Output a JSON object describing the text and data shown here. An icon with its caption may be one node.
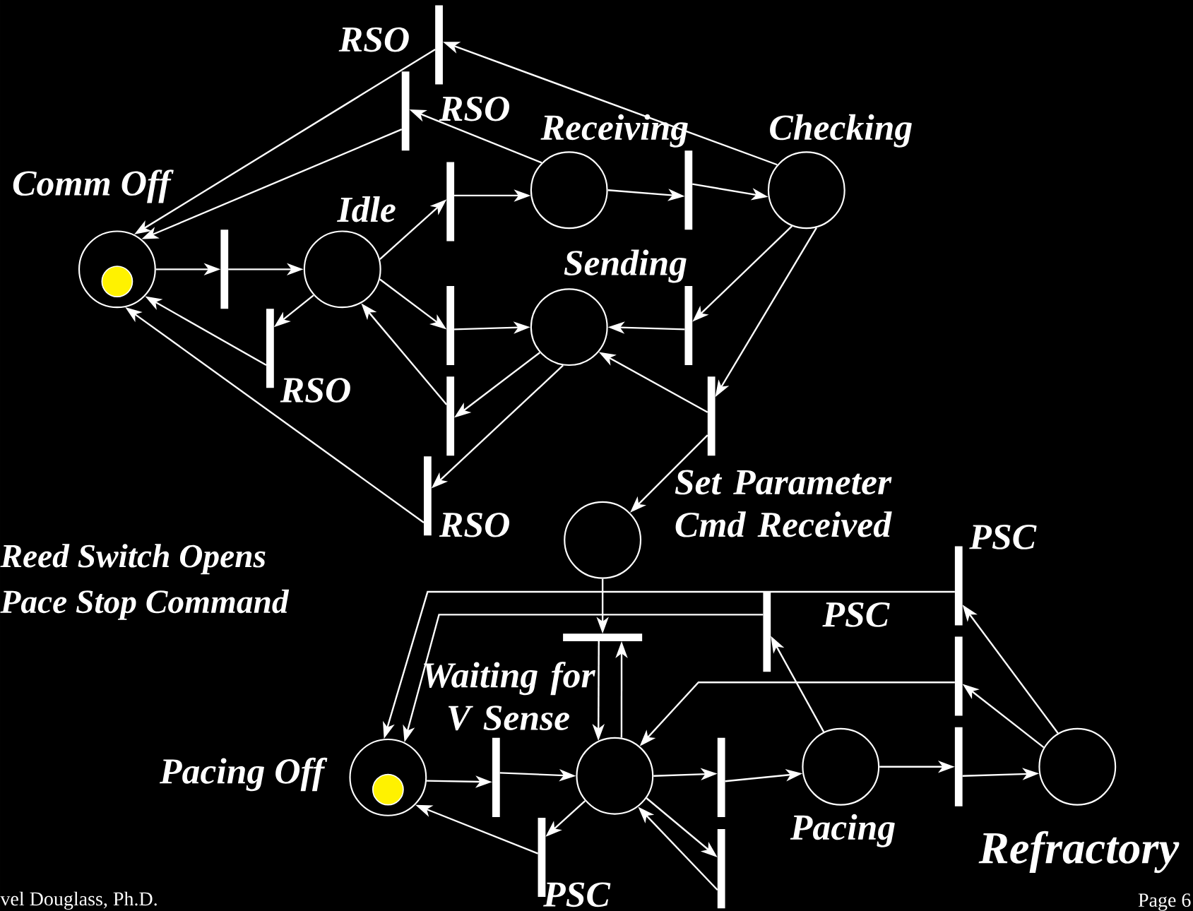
{
  "diagram": {
    "nodes": [
      {
        "text": [],
        "shape": "circle",
        "beside": [
          "Comm Off"
        ]
      },
      {
        "text": [],
        "shape": "circle",
        "beside": [
          "Idle"
        ]
      },
      {
        "text": [],
        "shape": "circle",
        "beside": [
          "Receiving"
        ]
      },
      {
        "text": [],
        "shape": "circle",
        "beside": [
          "Checking"
        ]
      },
      {
        "text": [],
        "shape": "circle",
        "beside": [
          "Sending"
        ]
      },
      {
        "text": [],
        "shape": "circle",
        "beside": [
          "Set Parameter Cmd Received"
        ]
      },
      {
        "text": [],
        "shape": "circle",
        "beside": [
          "Waiting for V Sense"
        ]
      },
      {
        "text": [],
        "shape": "circle",
        "beside": [
          "Pacing Off"
        ]
      },
      {
        "text": [],
        "shape": "circle",
        "beside": [
          "Pacing"
        ]
      },
      {
        "text": [],
        "shape": "circle",
        "beside": [
          "Refractory"
        ]
      },
      {
        "text": [],
        "shape": "circle",
        "in": 0
      },
      {
        "text": [],
        "shape": "circle",
        "in": 7
      },
      {
        "text": [],
        "shape": "bar",
        "beside": [
          "RSO"
        ]
      },
      {
        "text": [],
        "shape": "bar",
        "beside": [
          "RSO"
        ]
      },
      {
        "text": [],
        "shape": "bar"
      },
      {
        "text": [],
        "shape": "bar",
        "beside": [
          "RSO"
        ]
      },
      {
        "text": [],
        "shape": "bar"
      },
      {
        "text": [],
        "shape": "bar"
      },
      {
        "text": [],
        "shape": "bar"
      },
      {
        "text": [],
        "shape": "bar"
      },
      {
        "text": [],
        "shape": "bar"
      },
      {
        "text": [],
        "shape": "bar"
      },
      {
        "text": [],
        "shape": "bar",
        "beside": [
          "RSO"
        ]
      },
      {
        "text": [],
        "shape": "bar"
      },
      {
        "text": [],
        "shape": "bar",
        "beside": [
          "PSC"
        ]
      },
      {
        "text": [],
        "shape": "bar",
        "beside": [
          "PSC"
        ]
      },
      {
        "text": [],
        "shape": "bar"
      },
      {
        "text": [],
        "shape": "bar"
      },
      {
        "text": [],
        "shape": "bar"
      },
      {
        "text": [],
        "shape": "bar"
      },
      {
        "text": [],
        "shape": "bar",
        "beside": [
          "PSC"
        ]
      },
      {
        "text": [],
        "shape": "bar"
      }
    ],
    "edges": [
      {
        "from": 3,
        "to": 12,
        "arrow": "to"
      },
      {
        "from": 12,
        "to": 0,
        "arrow": "to"
      },
      {
        "from": 2,
        "to": 13,
        "arrow": "to"
      },
      {
        "from": 13,
        "to": 0,
        "arrow": "to"
      },
      {
        "from": 0,
        "to": 14,
        "arrow": "to"
      },
      {
        "from": 14,
        "to": 1,
        "arrow": "to"
      },
      {
        "from": 1,
        "to": 15,
        "arrow": "to"
      },
      {
        "from": 15,
        "to": 0,
        "arrow": "to"
      },
      {
        "from": 1,
        "to": 16,
        "arrow": "to"
      },
      {
        "from": 16,
        "to": 2,
        "arrow": "to"
      },
      {
        "from": 2,
        "to": 17,
        "arrow": "to"
      },
      {
        "from": 17,
        "to": 3,
        "arrow": "to"
      },
      {
        "from": 1,
        "to": 18,
        "arrow": "to"
      },
      {
        "from": 18,
        "to": 4,
        "arrow": "to"
      },
      {
        "from": 3,
        "to": 19,
        "arrow": "to"
      },
      {
        "from": 19,
        "to": 4,
        "arrow": "to"
      },
      {
        "from": 4,
        "to": 20,
        "arrow": "to"
      },
      {
        "from": 20,
        "to": 1,
        "arrow": "to"
      },
      {
        "from": 3,
        "to": 21,
        "arrow": "to"
      },
      {
        "from": 21,
        "to": 4,
        "arrow": "to"
      },
      {
        "from": 21,
        "to": 5,
        "arrow": "to"
      },
      {
        "from": 4,
        "to": 22,
        "arrow": "to"
      },
      {
        "from": 22,
        "to": 0,
        "arrow": "to"
      },
      {
        "from": 5,
        "to": 23,
        "arrow": "to"
      },
      {
        "from": 23,
        "to": 6,
        "arrow": "to"
      },
      {
        "from": 6,
        "to": 23,
        "arrow": "to"
      },
      {
        "from": 25,
        "to": 7,
        "arrow": "to"
      },
      {
        "from": 24,
        "to": 7,
        "arrow": "to"
      },
      {
        "from": 8,
        "to": 24,
        "arrow": "to"
      },
      {
        "from": 9,
        "to": 25,
        "arrow": "to"
      },
      {
        "from": 9,
        "to": 26,
        "arrow": "to"
      },
      {
        "from": 26,
        "to": 6,
        "arrow": "to"
      },
      {
        "from": 8,
        "to": 27,
        "arrow": "to"
      },
      {
        "from": 27,
        "to": 9,
        "arrow": "to"
      },
      {
        "from": 7,
        "to": 28,
        "arrow": "to"
      },
      {
        "from": 28,
        "to": 6,
        "arrow": "to"
      },
      {
        "from": 6,
        "to": 29,
        "arrow": "to"
      },
      {
        "from": 29,
        "to": 8,
        "arrow": "to"
      },
      {
        "from": 6,
        "to": 30,
        "arrow": "to"
      },
      {
        "from": 30,
        "to": 7,
        "arrow": "to"
      },
      {
        "from": 6,
        "to": 31,
        "arrow": "to"
      },
      {
        "from": 31,
        "to": 6,
        "arrow": "to"
      }
    ],
    "labels": [
      "Reed Switch Opens",
      "Pace Stop Command",
      "vel Douglass, Ph.D.",
      "Page 6"
    ]
  }
}
